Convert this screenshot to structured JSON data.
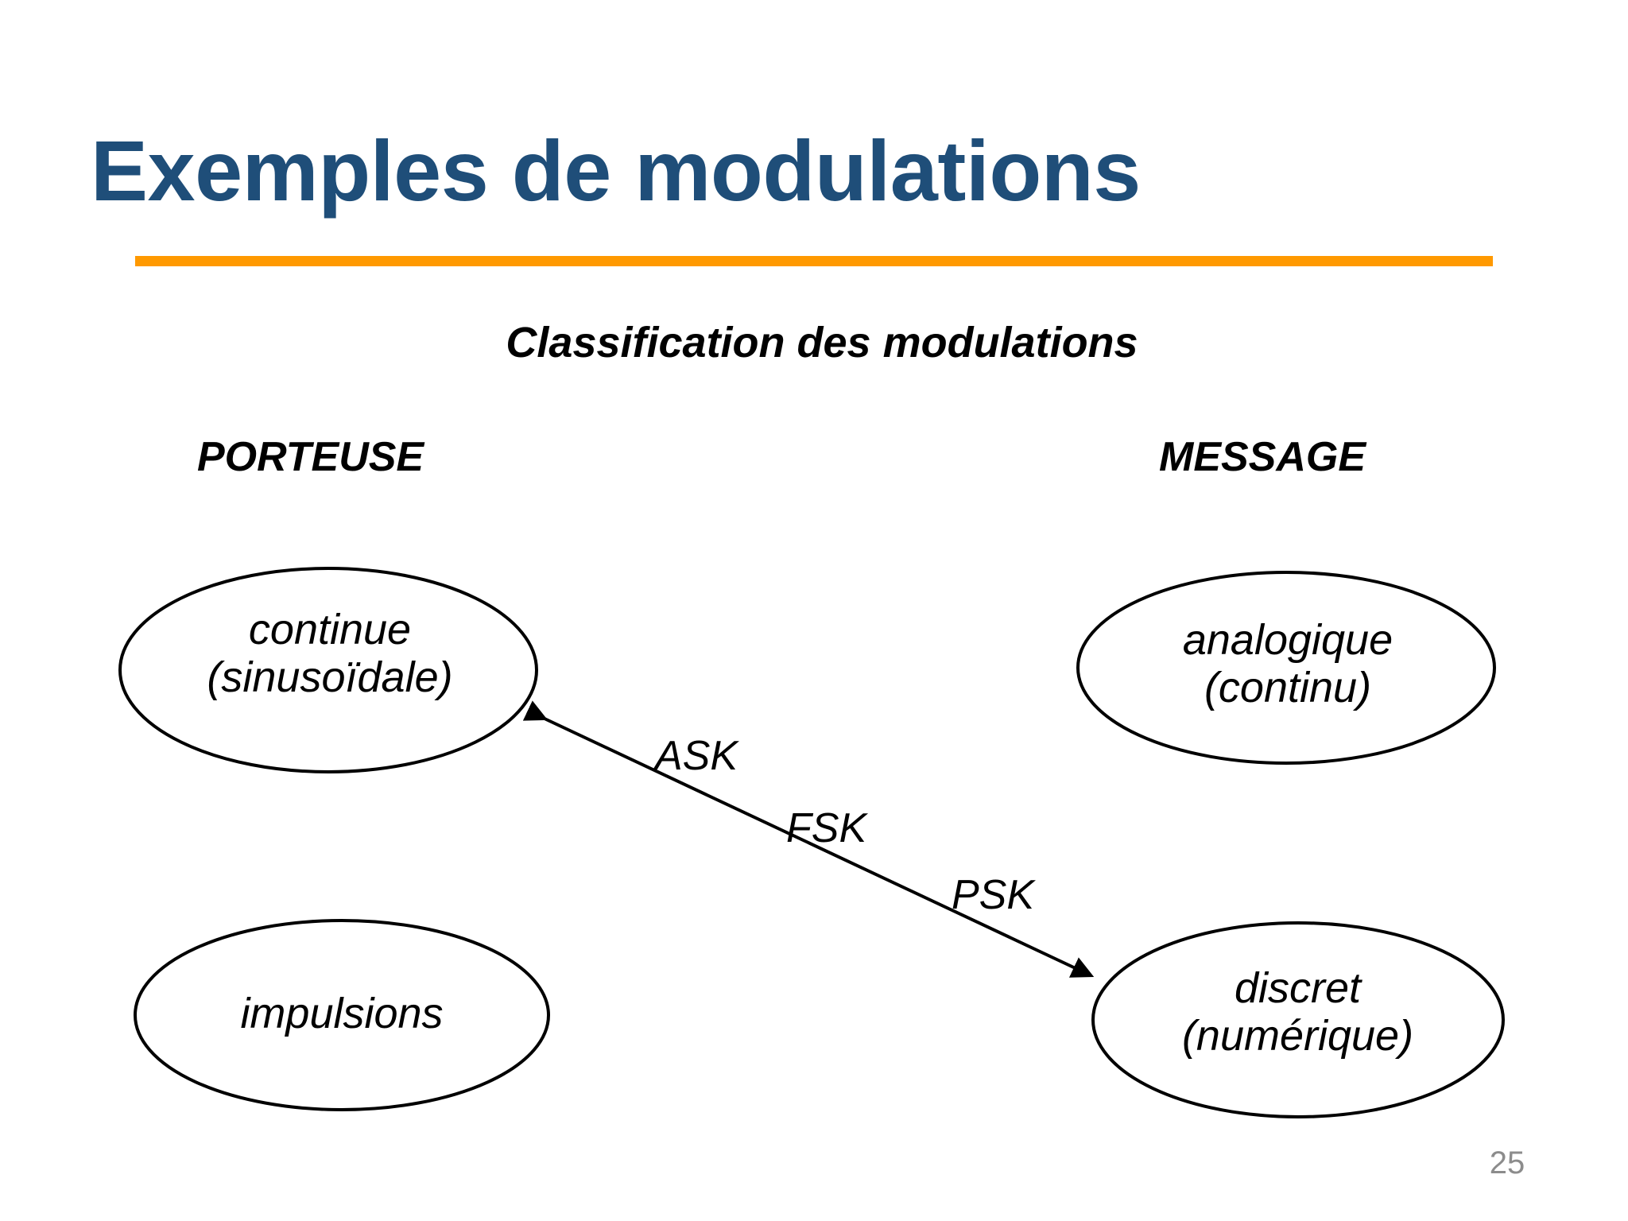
{
  "slide": {
    "title": "Exemples de modulations",
    "subtitle": "Classification des modulations",
    "page_number": "25",
    "accent_color": "#FF9900",
    "title_color": "#1F4E79",
    "page_number_color": "#8C8C8C",
    "background_color": "#FFFFFF"
  },
  "columns": [
    {
      "label": "PORTEUSE"
    },
    {
      "label": "MESSAGE"
    }
  ],
  "nodes": [
    {
      "id": "continue",
      "column": "PORTEUSE",
      "lines": [
        "continue",
        "(sinusoïdale)"
      ],
      "text": "continue\n(sinusoïdale)"
    },
    {
      "id": "analogique",
      "column": "MESSAGE",
      "lines": [
        "analogique",
        "(continu)"
      ],
      "text": "analogique\n(continu)"
    },
    {
      "id": "impulsions",
      "column": "PORTEUSE",
      "lines": [
        "impulsions"
      ],
      "text": "impulsions"
    },
    {
      "id": "discret",
      "column": "MESSAGE",
      "lines": [
        "discret",
        "(numérique)"
      ],
      "text": "discret\n(numérique)"
    }
  ],
  "edges": [
    {
      "id": "continue-discret",
      "from": "discret",
      "to": "continue",
      "double_headed": true,
      "labels": [
        "ASK",
        "FSK",
        "PSK"
      ]
    }
  ],
  "edge_labels": {
    "ask": "ASK",
    "fsk": "FSK",
    "psk": "PSK"
  }
}
